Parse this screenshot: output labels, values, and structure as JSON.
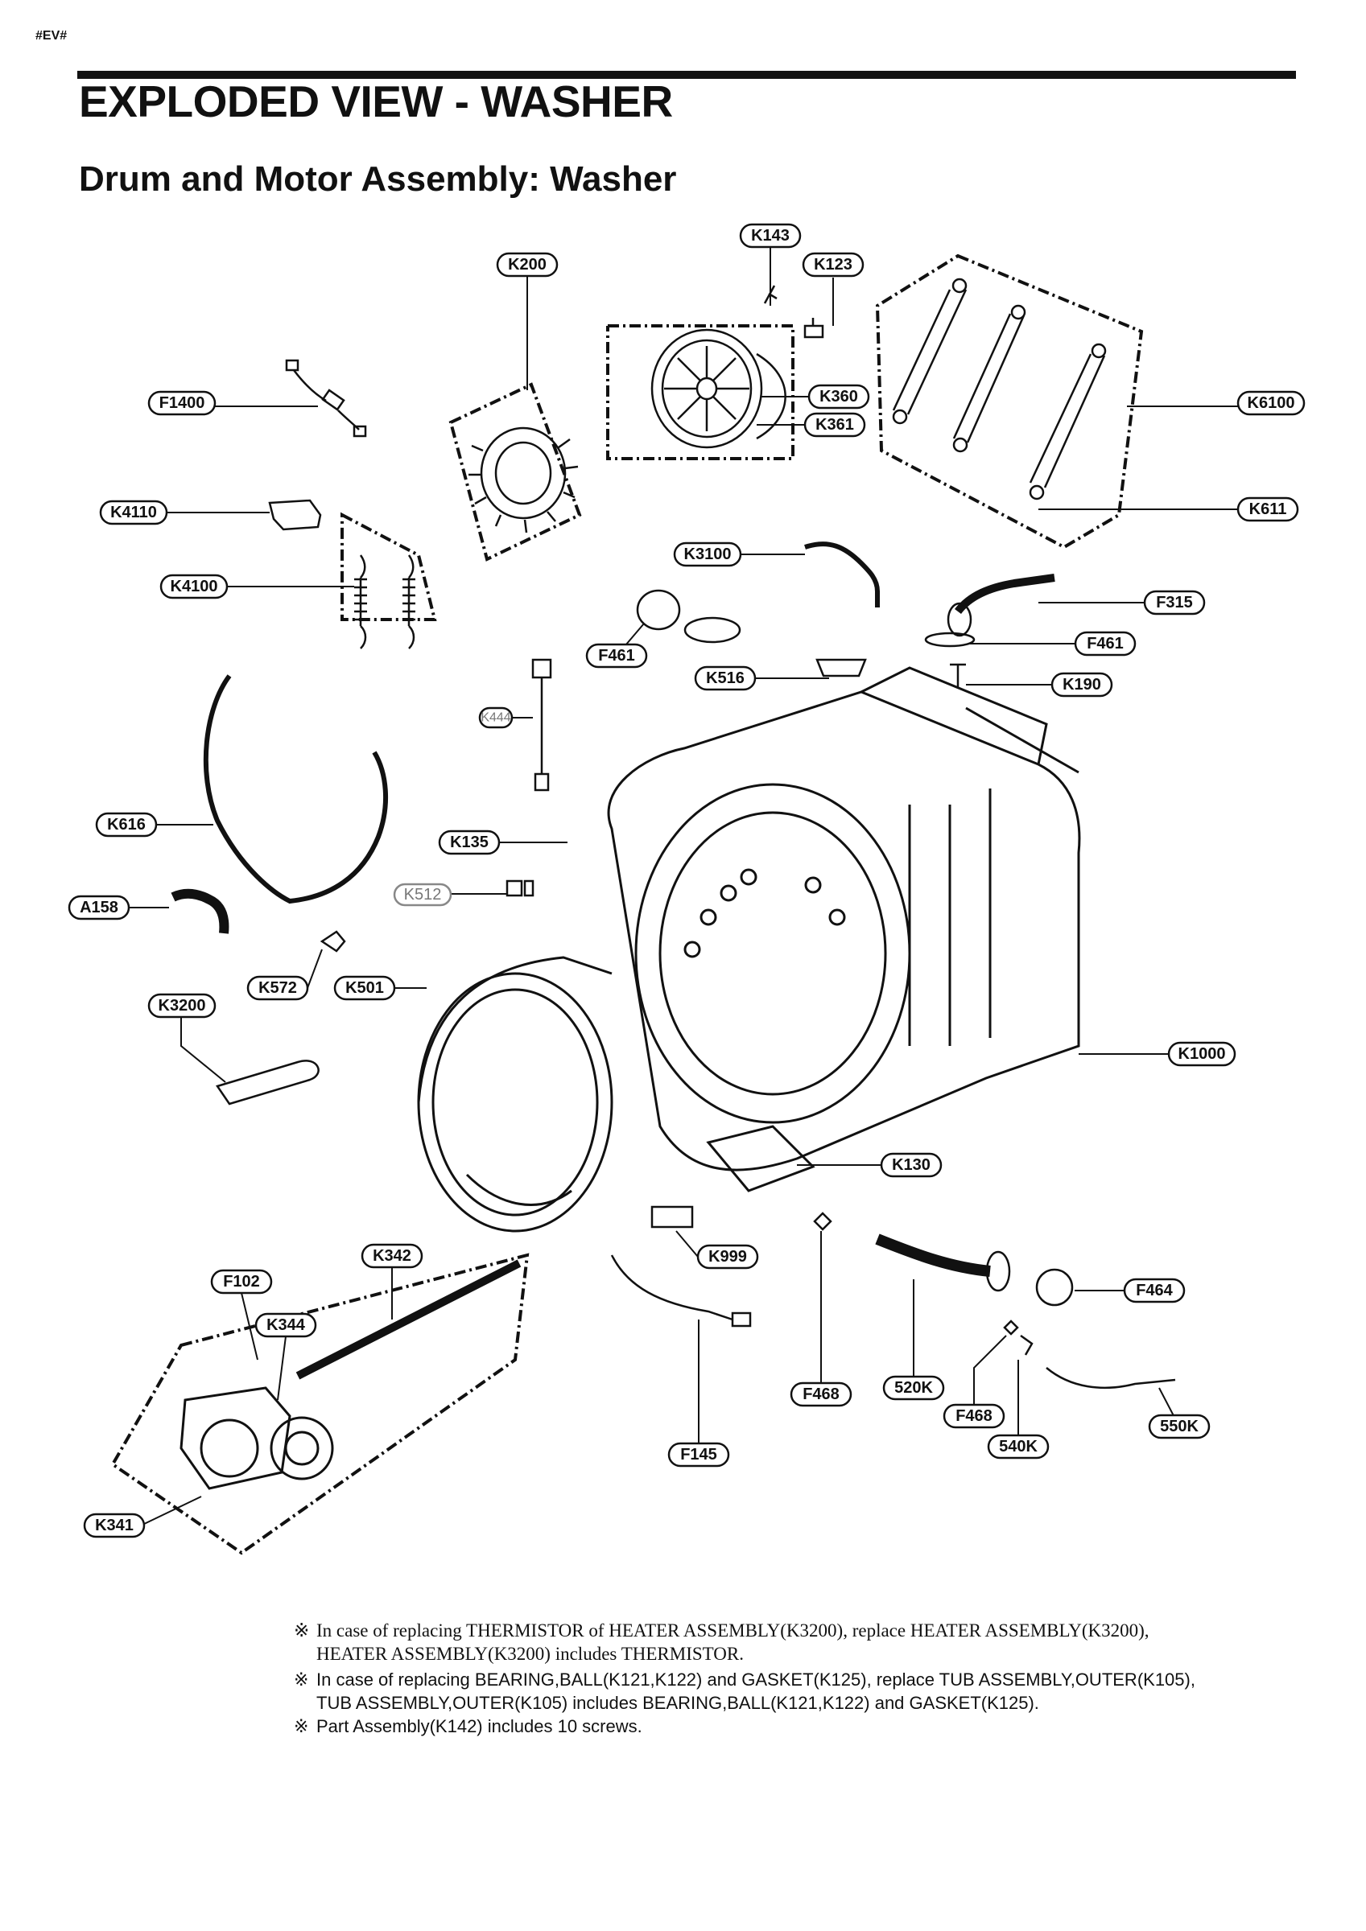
{
  "page_code": "#EV#",
  "title": "EXPLODED VIEW - WASHER",
  "subtitle": "Drum and Motor Assembly: Washer",
  "callouts": [
    "K143",
    "K123",
    "K200",
    "K360",
    "K361",
    "K6100",
    "F1400",
    "K611",
    "K4110",
    "K3100",
    "K4100",
    "F315",
    "F461",
    "F461",
    "K516",
    "K190",
    "K444",
    "K616",
    "K135",
    "A158",
    "K512",
    "K572",
    "K501",
    "K3200",
    "K1000",
    "K130",
    "K999",
    "K342",
    "F102",
    "F464",
    "K344",
    "520K",
    "F468",
    "F468",
    "550K",
    "540K",
    "F145",
    "K341"
  ],
  "notes": [
    {
      "mark": "※",
      "lines": [
        "In case of replacing THERMISTOR of HEATER ASSEMBLY(K3200), replace HEATER ASSEMBLY(K3200),",
        "HEATER ASSEMBLY(K3200) includes THERMISTOR."
      ]
    },
    {
      "mark": "※",
      "lines": [
        "In case of replacing BEARING,BALL(K121,K122) and GASKET(K125), replace TUB ASSEMBLY,OUTER(K105),",
        "TUB ASSEMBLY,OUTER(K105) includes BEARING,BALL(K121,K122) and GASKET(K125)."
      ]
    },
    {
      "mark": "※",
      "lines": [
        "Part Assembly(K142) includes 10 screws."
      ]
    }
  ]
}
